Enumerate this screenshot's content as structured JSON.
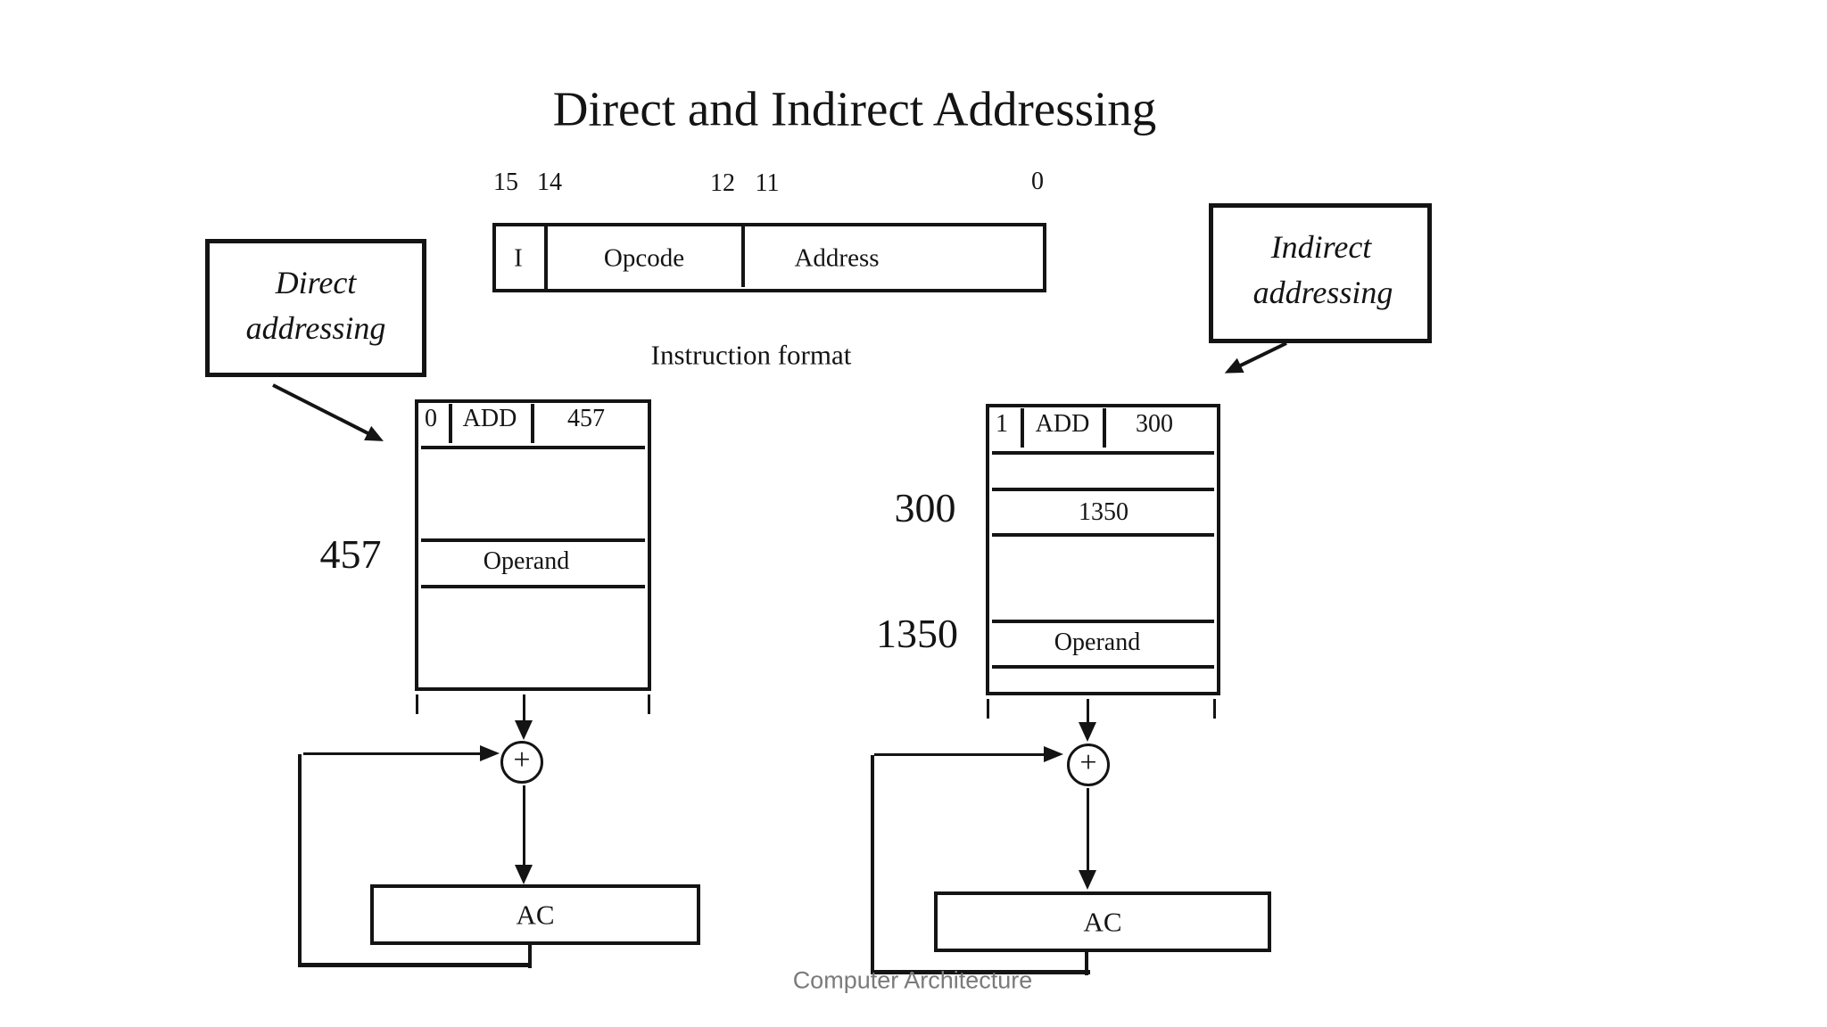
{
  "title": "Direct and Indirect Addressing",
  "instruction_format": {
    "caption": "Instruction format",
    "bit_labels": [
      "15",
      "14",
      "12",
      "11",
      "0"
    ],
    "fields": {
      "i": "I",
      "opcode": "Opcode",
      "address": "Address"
    }
  },
  "direct": {
    "label": {
      "line1": "Direct",
      "line2": "addressing"
    },
    "memory": {
      "mode_bit": "0",
      "opcode": "ADD",
      "address": "457",
      "operand_cell": "Operand"
    },
    "address_label": "457",
    "accumulator": "AC"
  },
  "indirect": {
    "label": {
      "line1": "Indirect",
      "line2": "addressing"
    },
    "memory": {
      "mode_bit": "1",
      "opcode": "ADD",
      "address": "300",
      "pointer_cell": "1350",
      "operand_cell": "Operand"
    },
    "address_label": "300",
    "pointer_label": "1350",
    "accumulator": "AC"
  },
  "adder_symbol": "+",
  "footer": "Computer Architecture",
  "colors": {
    "ink": "#141414",
    "footer_text": "#7b7b7b",
    "background": "#ffffff"
  }
}
